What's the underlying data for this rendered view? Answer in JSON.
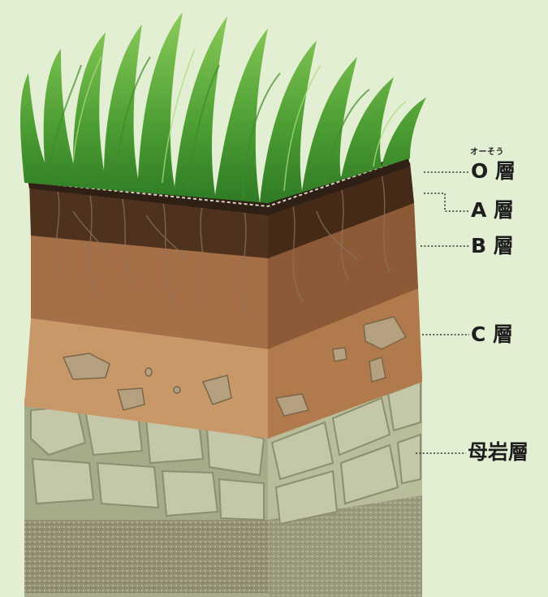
{
  "diagram": {
    "layers": [
      {
        "id": "o",
        "label": "O 層",
        "ruby": "オーそう"
      },
      {
        "id": "a",
        "label": "A 層"
      },
      {
        "id": "b",
        "label": "B 層"
      },
      {
        "id": "c",
        "label": "C 層"
      },
      {
        "id": "bedrock",
        "label": "母岩層"
      }
    ],
    "colors": {
      "background": "#e3efd2",
      "grass": "#5aa83a",
      "o_layer": "#3b2a1a",
      "a_layer": "#5a3a22",
      "b_layer": "#a06a44",
      "c_layer": "#c69466",
      "bedrock": "#a9ad8c"
    }
  }
}
